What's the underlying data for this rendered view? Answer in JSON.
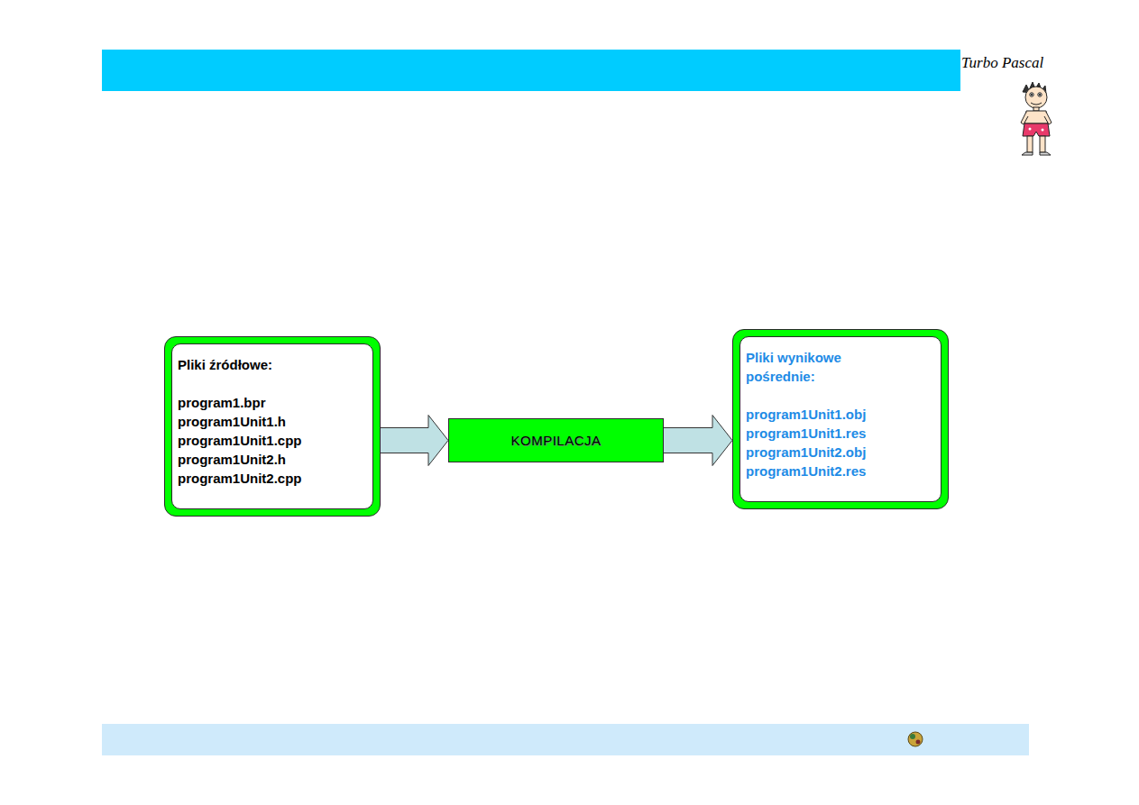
{
  "diagram": {
    "nodes": [
      {
        "text": [
          "Pliki źródłowe:",
          "program1.bpr",
          "program1Unit1.h",
          "program1Unit1.cpp",
          "program1Unit2.h",
          "program1Unit2.cpp"
        ]
      },
      {
        "text": [
          "KOMPILACJA"
        ]
      },
      {
        "text": [
          "Pliki wynikowe pośrednie:",
          "program1Unit1.obj",
          "program1Unit1.res",
          "program1Unit2.obj",
          "program1Unit2.res"
        ]
      }
    ],
    "edges": [
      {
        "from": 0,
        "to": 1,
        "arrow": "to"
      },
      {
        "from": 1,
        "to": 2,
        "arrow": "to"
      }
    ],
    "labels": [
      "Turbo Pascal"
    ]
  }
}
